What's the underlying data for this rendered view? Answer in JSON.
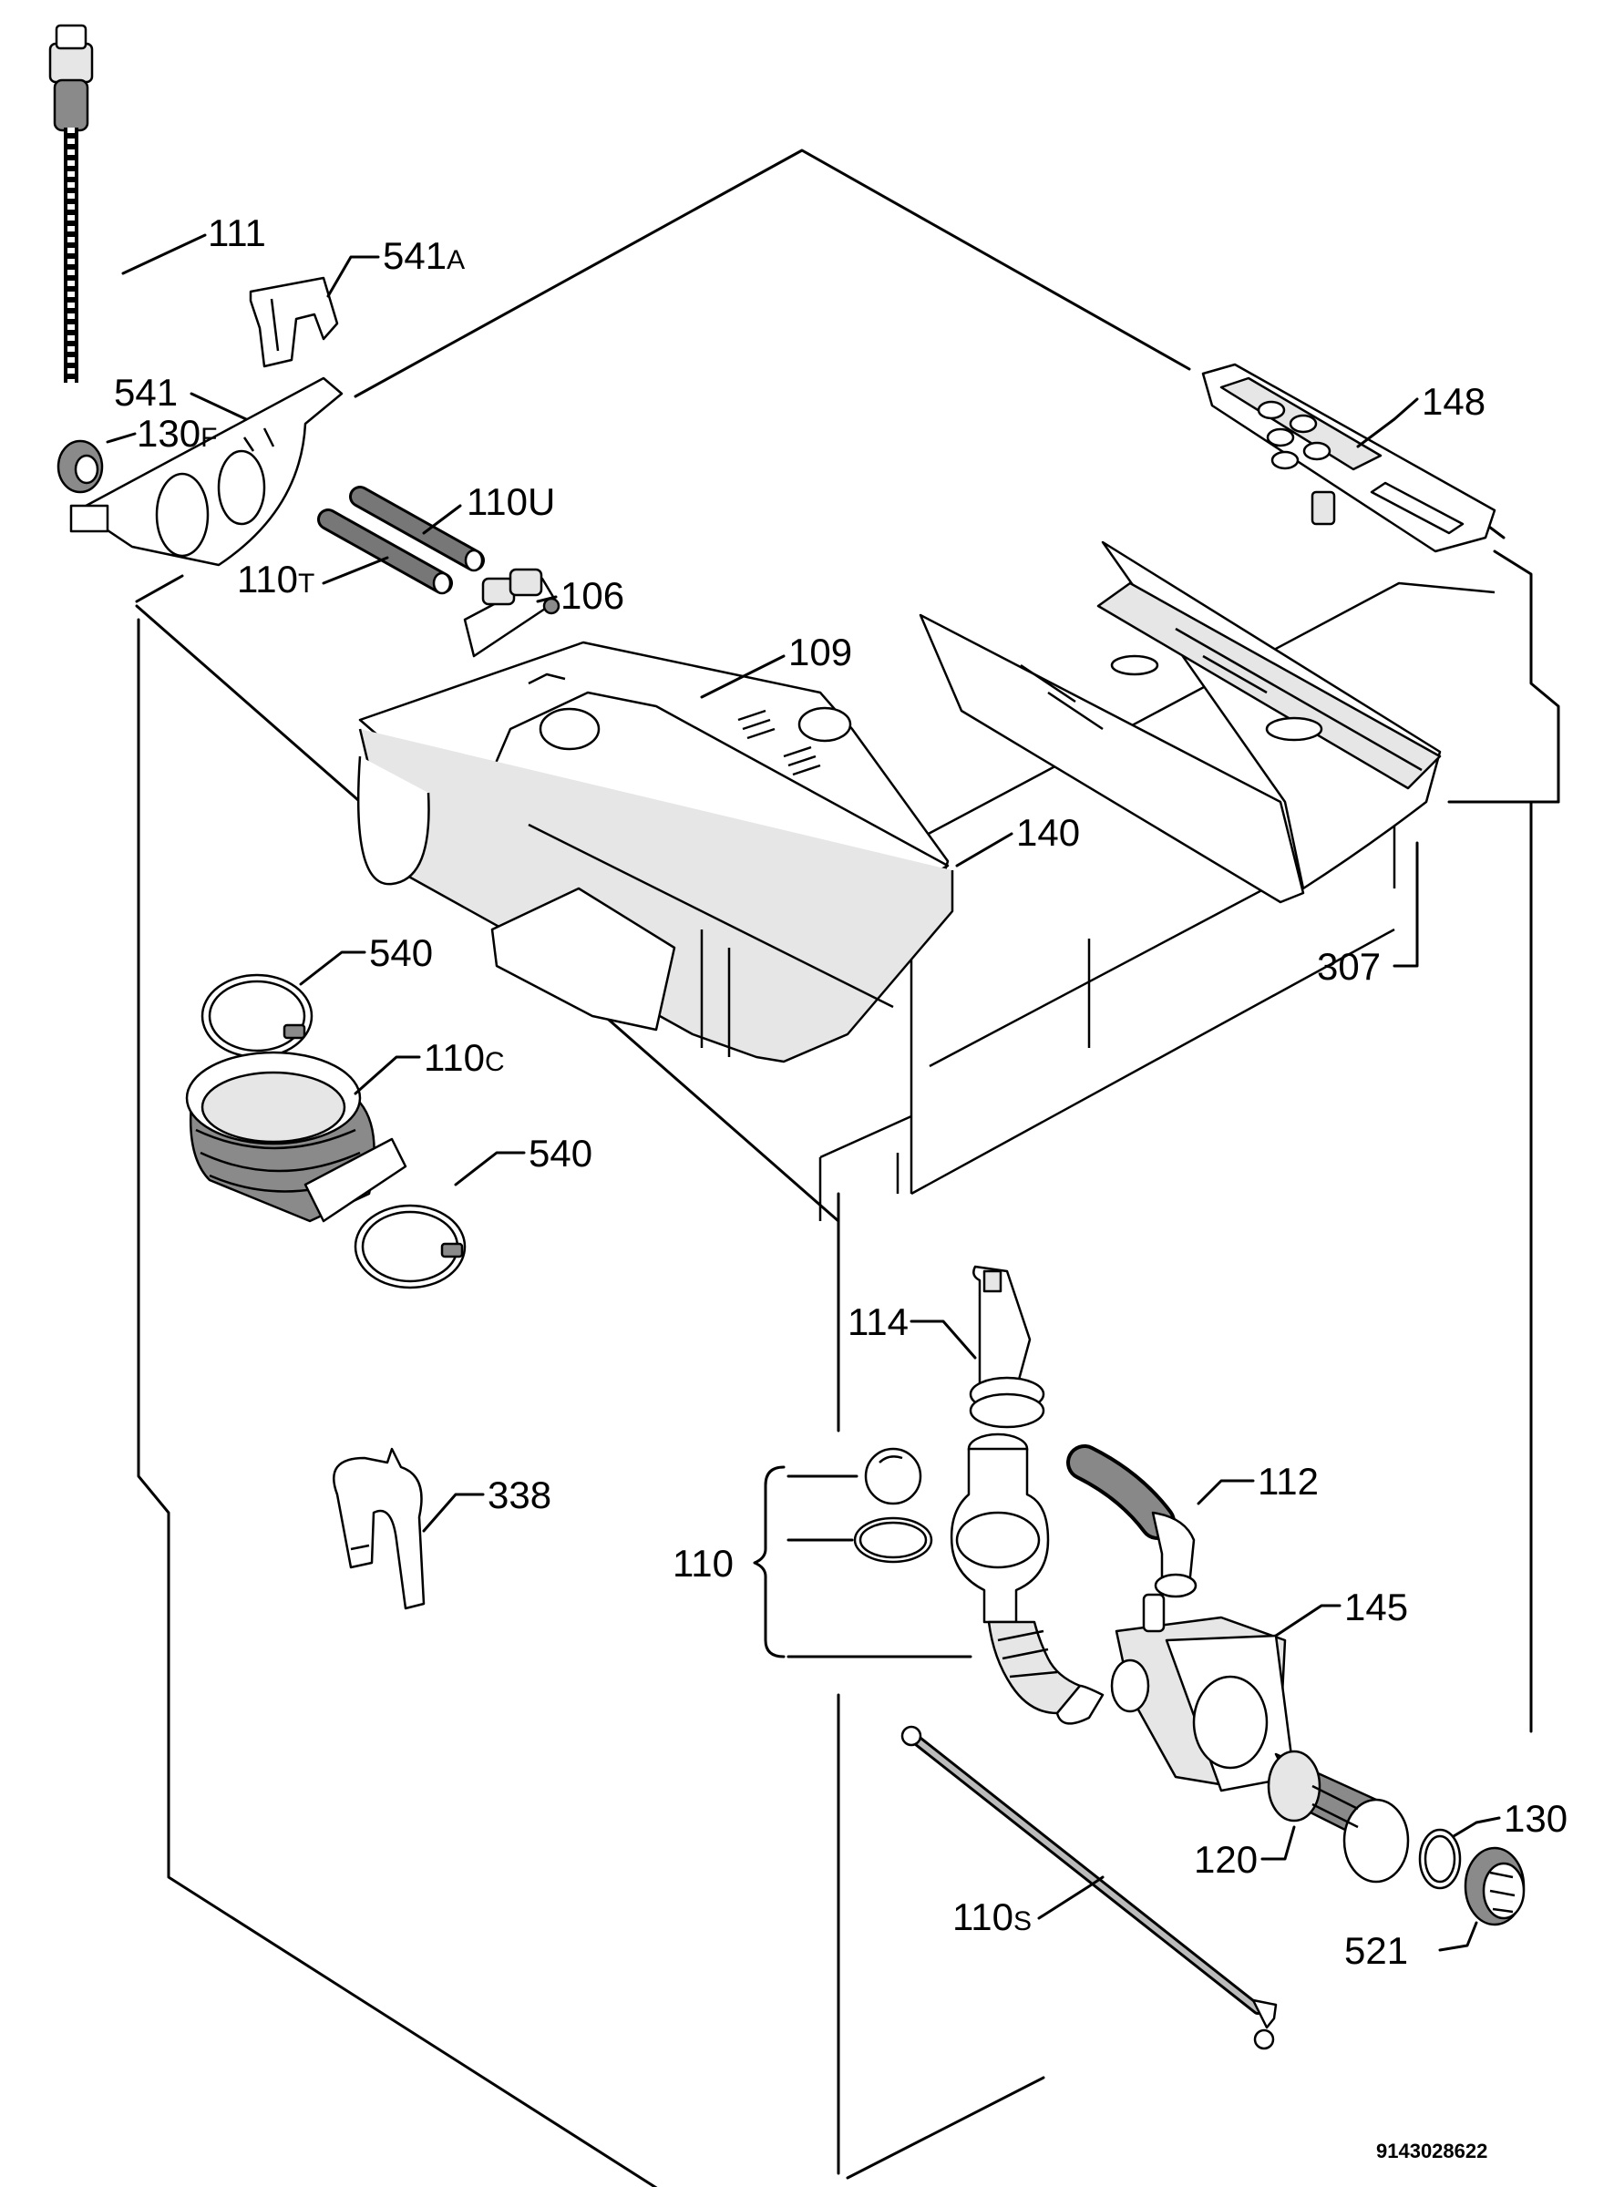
{
  "labels": {
    "l111": "111",
    "l541a": "541",
    "l541a_suffix": "A",
    "l541": "541",
    "l130f": "130",
    "l130f_suffix": "F",
    "l110u": "110U",
    "l110t": "110",
    "l110t_suffix": "T",
    "l106": "106",
    "l109": "109",
    "l148": "148",
    "l140": "140",
    "l307": "307",
    "l540a": "540",
    "l110c": "110",
    "l110c_suffix": "C",
    "l540b": "540",
    "l114": "114",
    "l338": "338",
    "l112": "112",
    "l110": "110",
    "l145": "145",
    "l130": "130",
    "l120": "120",
    "l110s": "110",
    "l110s_suffix": "S",
    "l521": "521"
  },
  "drawing_code": "9143028622"
}
